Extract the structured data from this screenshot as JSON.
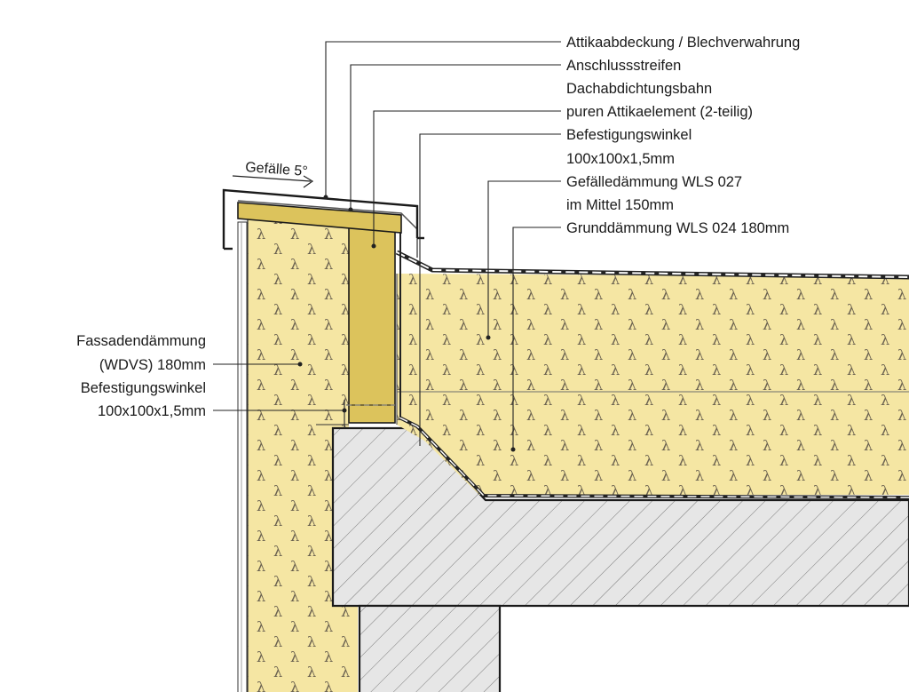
{
  "callouts_right": [
    {
      "id": "attika-abdeckung",
      "text": "Attikaabdeckung / Blechverwahrung"
    },
    {
      "id": "anschlussstreifen",
      "text": "Anschlussstreifen"
    },
    {
      "id": "dachabdichtung",
      "text": "Dachabdichtungsbahn"
    },
    {
      "id": "attikaelement",
      "text": "puren Attikaelement (2-teilig)"
    },
    {
      "id": "befestigungswinkel-top-1",
      "text": "Befestigungswinkel"
    },
    {
      "id": "befestigungswinkel-top-2",
      "text": "100x100x1,5mm"
    },
    {
      "id": "gefaelledaemmung-1",
      "text": "Gefälledämmung WLS 027"
    },
    {
      "id": "gefaelledaemmung-2",
      "text": "im Mittel 150mm"
    },
    {
      "id": "grunddaemmung",
      "text": "Grunddämmung WLS 024 180mm"
    }
  ],
  "callouts_left": [
    {
      "id": "fassadendaemmung-1",
      "text": "Fassadendämmung"
    },
    {
      "id": "fassadendaemmung-2",
      "text": "(WDVS) 180mm"
    },
    {
      "id": "befestigungswinkel-left-1",
      "text": "Befestigungswinkel"
    },
    {
      "id": "befestigungswinkel-left-2",
      "text": "100x100x1,5mm"
    }
  ],
  "slope_label": "Gefälle 5°",
  "insulation_symbol": "λ",
  "colors": {
    "insulation": "#f5e6a3",
    "attika_element": "#dcc35c",
    "concrete": "#e6e6e6",
    "hatch": "#7a7a7a",
    "metal": "#222222"
  }
}
